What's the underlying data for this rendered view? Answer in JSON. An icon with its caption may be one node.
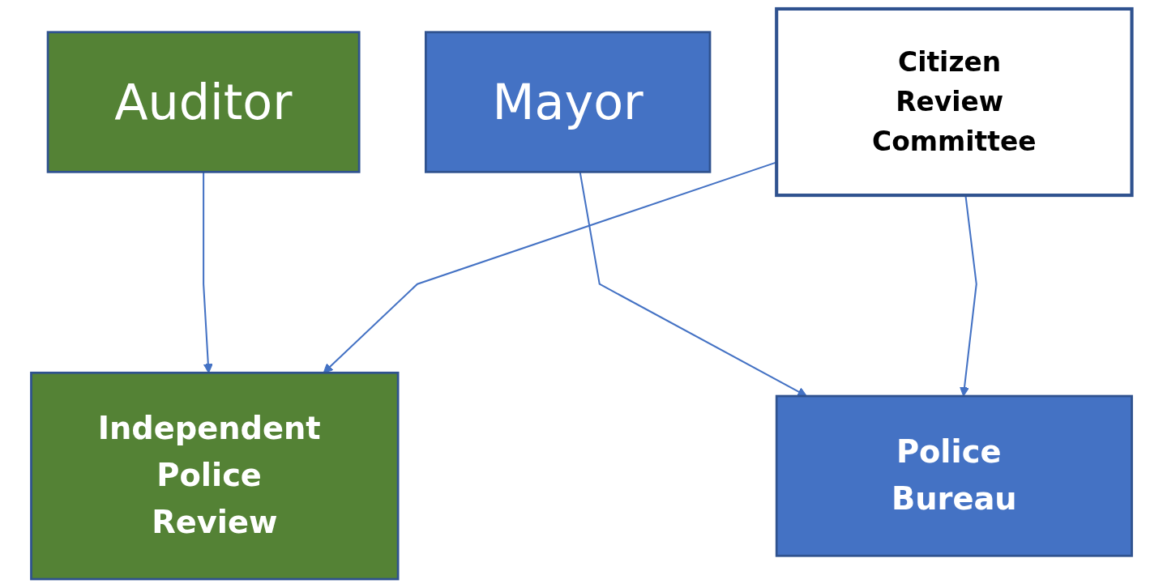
{
  "diagram": {
    "nodes": [
      {
        "text": [
          "Auditor"
        ]
      },
      {
        "text": [
          "Mayor"
        ]
      },
      {
        "text": [
          "Independent Police Review"
        ]
      },
      {
        "text": [
          "Police Bureau"
        ]
      },
      {
        "text": [
          "Citizen Review Committee"
        ]
      }
    ],
    "edges": [
      {
        "from": 0,
        "to": 2,
        "arrow": "to"
      },
      {
        "from": 1,
        "to": 3,
        "arrow": "to"
      },
      {
        "from": 4,
        "to": 2,
        "arrow": "to"
      },
      {
        "from": 4,
        "to": 3,
        "arrow": "to"
      }
    ]
  }
}
